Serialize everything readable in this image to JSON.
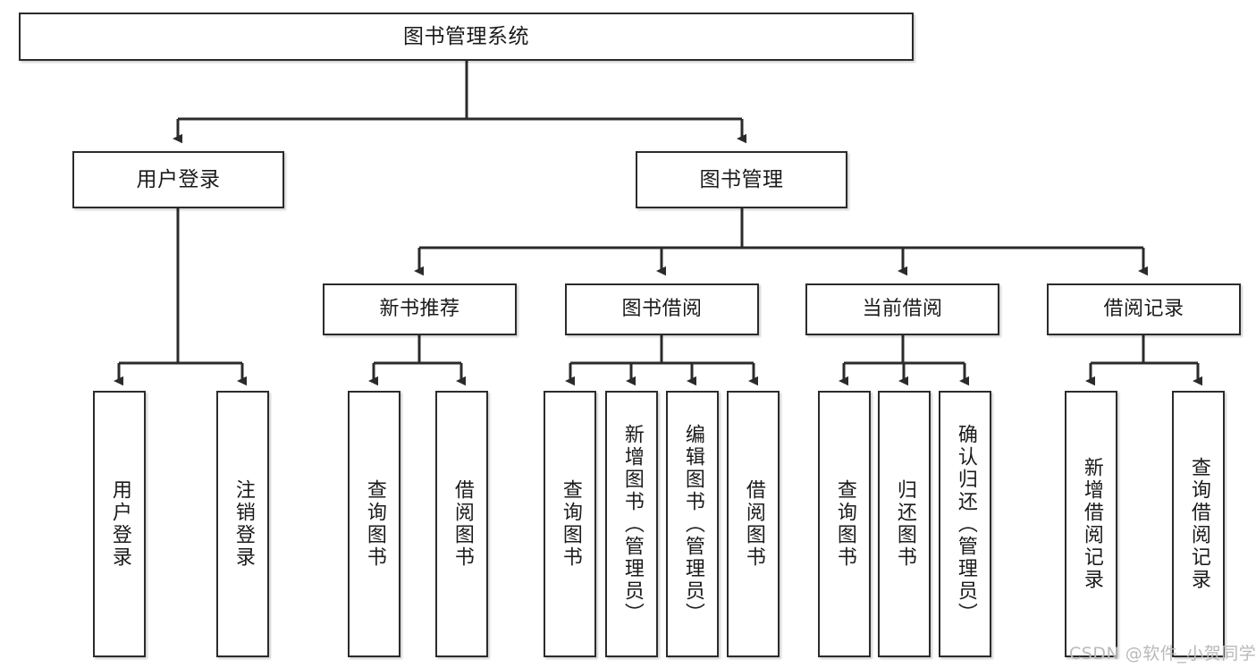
{
  "diagram": {
    "title": "图书管理系统",
    "type": "tree-hierarchy-chart",
    "root": {
      "id": "root",
      "label": "图书管理系统"
    },
    "level2": [
      {
        "id": "user-login",
        "label": "用户登录"
      },
      {
        "id": "book-manage",
        "label": "图书管理"
      }
    ],
    "level3": [
      {
        "id": "new-book-rec",
        "label": "新书推荐",
        "parent": "book-manage"
      },
      {
        "id": "book-borrow",
        "label": "图书借阅",
        "parent": "book-manage"
      },
      {
        "id": "current-borrow",
        "label": "当前借阅",
        "parent": "book-manage"
      },
      {
        "id": "borrow-record",
        "label": "借阅记录",
        "parent": "book-manage"
      }
    ],
    "leaves": [
      {
        "id": "leaf-user-login",
        "label": "用户登录",
        "parent": "user-login"
      },
      {
        "id": "leaf-logout-login",
        "label": "注销登录",
        "parent": "user-login"
      },
      {
        "id": "leaf-query-book-1",
        "label": "查询图书",
        "parent": "new-book-rec"
      },
      {
        "id": "leaf-borrow-book-1",
        "label": "借阅图书",
        "parent": "new-book-rec"
      },
      {
        "id": "leaf-query-book-2",
        "label": "查询图书",
        "parent": "book-borrow"
      },
      {
        "id": "leaf-add-book",
        "label": "新增图书（管理员）",
        "parent": "book-borrow"
      },
      {
        "id": "leaf-edit-book",
        "label": "编辑图书（管理员）",
        "parent": "book-borrow"
      },
      {
        "id": "leaf-borrow-book-2",
        "label": "借阅图书",
        "parent": "book-borrow"
      },
      {
        "id": "leaf-query-book-3",
        "label": "查询图书",
        "parent": "current-borrow"
      },
      {
        "id": "leaf-return-book",
        "label": "归还图书",
        "parent": "current-borrow"
      },
      {
        "id": "leaf-confirm-return",
        "label": "确认归还（管理员）",
        "parent": "current-borrow"
      },
      {
        "id": "leaf-add-record",
        "label": "新增借阅记录",
        "parent": "borrow-record"
      },
      {
        "id": "leaf-query-record",
        "label": "查询借阅记录",
        "parent": "borrow-record"
      }
    ],
    "watermark": "CSDN @软件_小贺同学",
    "colors": {
      "border": "#2b2b2b",
      "background": "#ffffff",
      "text": "#1b1b1b",
      "watermark": "#b9b9b9"
    }
  }
}
